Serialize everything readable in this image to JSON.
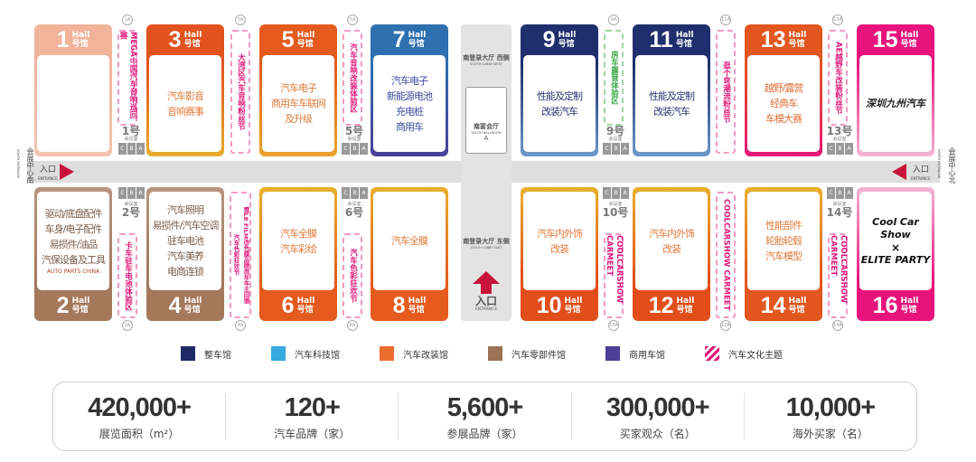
{
  "halls": [
    {
      "num": "1",
      "hall": "Hall",
      "cn": "号馆",
      "lines": [],
      "head": "#f1b49b",
      "border": "#f3c5b0",
      "text": "#e07a3a",
      "pos": "top"
    },
    {
      "num": "3",
      "hall": "Hall",
      "cn": "号馆",
      "lines": [
        "汽车影音",
        "音响赛事"
      ],
      "head": "#e2521f",
      "border": "#e9ad2c",
      "text": "#e07a3a",
      "pos": "top"
    },
    {
      "num": "5",
      "hall": "Hall",
      "cn": "号馆",
      "lines": [
        "汽车电子",
        "商用车车联网",
        "及升级"
      ],
      "head": "#e55a1e",
      "border": "#eaa32c",
      "text": "#e07a3a",
      "pos": "top"
    },
    {
      "num": "7",
      "hall": "Hall",
      "cn": "号馆",
      "lines": [
        "汽车电子",
        "新能源电池",
        "充电桩",
        "商用车"
      ],
      "head": "#2e6fb0",
      "border": "#4b3f98",
      "text": "#3a4a9e",
      "pos": "top"
    },
    {
      "num": "9",
      "hall": "Hall",
      "cn": "号馆",
      "lines": [
        "性能及定制",
        "改装汽车"
      ],
      "head": "#1f2f6e",
      "border": "#6d97c9",
      "text": "#2a3470",
      "pos": "top"
    },
    {
      "num": "11",
      "hall": "Hall",
      "cn": "号馆",
      "lines": [
        "性能及定制",
        "改装汽车"
      ],
      "head": "#1f2f6e",
      "border": "#6d97c9",
      "text": "#2a3470",
      "pos": "top"
    },
    {
      "num": "13",
      "hall": "Hall",
      "cn": "号馆",
      "lines": [
        "越野/露营",
        "经典车",
        "车模大赛"
      ],
      "head": "#e2561f",
      "border": "#e3187a",
      "text": "#e0703a",
      "pos": "top"
    },
    {
      "num": "15",
      "hall": "Hall",
      "cn": "号馆",
      "lines": [
        "深圳九州汽车"
      ],
      "head": "#e8147c",
      "border": "#f3b6d2",
      "text": "#222",
      "pos": "top",
      "logo": true
    },
    {
      "num": "2",
      "hall": "Hall",
      "cn": "号馆",
      "lines": [
        "驱动/底盘配件",
        "车身/电子配件",
        "易损件/油品",
        "汽保设备及工具",
        "AUTO PARTS CHINA"
      ],
      "head": "#a4785a",
      "border": "#b89680",
      "text": "#7a5c48",
      "pos": "bottom"
    },
    {
      "num": "4",
      "hall": "Hall",
      "cn": "号馆",
      "lines": [
        "汽车照明",
        "易损件/汽车空调",
        "驻车电池",
        "汽车美养",
        "电商连锁"
      ],
      "head": "#a4785a",
      "border": "#b89680",
      "text": "#7a5c48",
      "pos": "bottom"
    },
    {
      "num": "6",
      "hall": "Hall",
      "cn": "号馆",
      "lines": [
        "汽车全膜",
        "汽车彩绘"
      ],
      "head": "#e55a1e",
      "border": "#e9b02c",
      "text": "#e07a3a",
      "pos": "bottom"
    },
    {
      "num": "8",
      "hall": "Hall",
      "cn": "号馆",
      "lines": [
        "汽车全膜"
      ],
      "head": "#e55a1e",
      "border": "#e9b02c",
      "text": "#e07a3a",
      "pos": "bottom"
    },
    {
      "num": "10",
      "hall": "Hall",
      "cn": "号馆",
      "lines": [
        "汽车内外饰",
        "改装"
      ],
      "head": "#e24e1a",
      "border": "#e9b02c",
      "text": "#e07a3a",
      "pos": "bottom"
    },
    {
      "num": "12",
      "hall": "Hall",
      "cn": "号馆",
      "lines": [
        "汽车内外饰",
        "改装"
      ],
      "head": "#e24e1a",
      "border": "#e9b02c",
      "text": "#e07a3a",
      "pos": "bottom"
    },
    {
      "num": "14",
      "hall": "Hall",
      "cn": "号馆",
      "lines": [
        "性能部件",
        "轮胎轮毂",
        "汽车模型"
      ],
      "head": "#e2561f",
      "border": "#e9b02c",
      "text": "#e07a3a",
      "pos": "bottom"
    },
    {
      "num": "16",
      "hall": "Hall",
      "cn": "号馆",
      "lines": [
        "Cool Car Show",
        "×",
        "ELITE PARTY"
      ],
      "head": "#e8147c",
      "border": "#f3b6d2",
      "text": "#111",
      "pos": "bottom",
      "logo": true
    }
  ],
  "strips": [
    {
      "id": "1A",
      "texts": [
        "MEGA中国汽车音响巡回赛"
      ],
      "color": "#e0157a"
    },
    {
      "id": "3A",
      "texts": [
        "大湾区汽车音响粉丝节"
      ],
      "color": "#e0157a"
    },
    {
      "id": "5A",
      "texts": [
        "汽车音响改装体验区"
      ],
      "color": "#e0157a"
    },
    {
      "id": "9A",
      "texts": [
        "房车露营体验区"
      ],
      "color": "#39a845"
    },
    {
      "id": "11A",
      "texts": [
        "逛个弯潮流粉丝节"
      ],
      "color": "#e0157a"
    },
    {
      "id": "13A",
      "texts": [
        "AE越野车改装粉丝节"
      ],
      "color": "#e0157a"
    },
    {
      "id": "2A",
      "texts": [
        "卡车驻车电池体验区"
      ],
      "color": "#e0157a"
    },
    {
      "id": "4A",
      "texts": [
        "汽车色彩狂欢节",
        "暨LB FILM改色膜品牌周年车主回馈"
      ],
      "color": "#e0157a"
    },
    {
      "id": "6A",
      "texts": [
        "汽车色彩狂欢节"
      ],
      "color": "#e0157a"
    },
    {
      "id": "10A",
      "texts": [
        "COOLCARSHOW CARMEET"
      ],
      "color": "#e0157a"
    },
    {
      "id": "12A",
      "texts": [
        "COOLCARSHOW CARMEET"
      ],
      "color": "#e0157a"
    },
    {
      "id": "14A",
      "texts": [
        "COOLCARSHOW CARMEET"
      ],
      "color": "#e0157a"
    }
  ],
  "rooms": [
    {
      "num": "1",
      "suffix": "号",
      "label": "会议室",
      "pos": "top"
    },
    {
      "num": "5",
      "suffix": "号",
      "label": "会议室",
      "pos": "top"
    },
    {
      "num": "9",
      "suffix": "号",
      "label": "会议室",
      "pos": "top"
    },
    {
      "num": "13",
      "suffix": "号",
      "label": "会议室",
      "pos": "top"
    },
    {
      "num": "2",
      "suffix": "号",
      "label": "会议室",
      "pos": "bottom"
    },
    {
      "num": "6",
      "suffix": "号",
      "label": "会议室",
      "pos": "bottom"
    },
    {
      "num": "10",
      "suffix": "号",
      "label": "会议室",
      "pos": "bottom"
    },
    {
      "num": "14",
      "suffix": "号",
      "label": "会议室",
      "pos": "bottom"
    }
  ],
  "room_sections": [
    "C",
    "B",
    "A"
  ],
  "lobby": {
    "west": "南登录大厅 西侧",
    "west_en": "SOUTH LOBBY WEST",
    "ballroom": "南宴会厅",
    "ballroom_en": "SOUTH BALLROOM",
    "ballroom_id": "A",
    "east": "南登录大厅 东侧",
    "east_en": "SOUTH LOBBY EAST",
    "entrance": "入口",
    "entrance_en": "ENTRANCE"
  },
  "south_entrance": {
    "name": "会展中心南",
    "name_en": "SOUTH ENTRANCE",
    "label": "入口",
    "label_en": "ENTRANCE"
  },
  "north_entrance": {
    "name": "会展中心北",
    "name_en": "NORTH ENTRANCE",
    "label": "入口",
    "label_en": "ENTRANCE"
  },
  "legend": [
    {
      "label": "整车馆",
      "color": "#1f2a66"
    },
    {
      "label": "汽车科技馆",
      "color": "#35a9e0"
    },
    {
      "label": "汽车改装馆",
      "color": "#ec6e2f"
    },
    {
      "label": "汽车零部件馆",
      "color": "#9c7356"
    },
    {
      "label": "商用车馆",
      "color": "#4e3f98"
    },
    {
      "label": "汽车文化主题",
      "color": "#e0157a",
      "hatched": true
    }
  ],
  "stats": [
    {
      "value": "420,000+",
      "label": "展览面积（m²）"
    },
    {
      "value": "120+",
      "label": "汽车品牌（家）"
    },
    {
      "value": "5,600+",
      "label": "参展品牌（家）"
    },
    {
      "value": "300,000+",
      "label": "买家观众（名）"
    },
    {
      "value": "10,000+",
      "label": "海外买家（名）"
    }
  ]
}
